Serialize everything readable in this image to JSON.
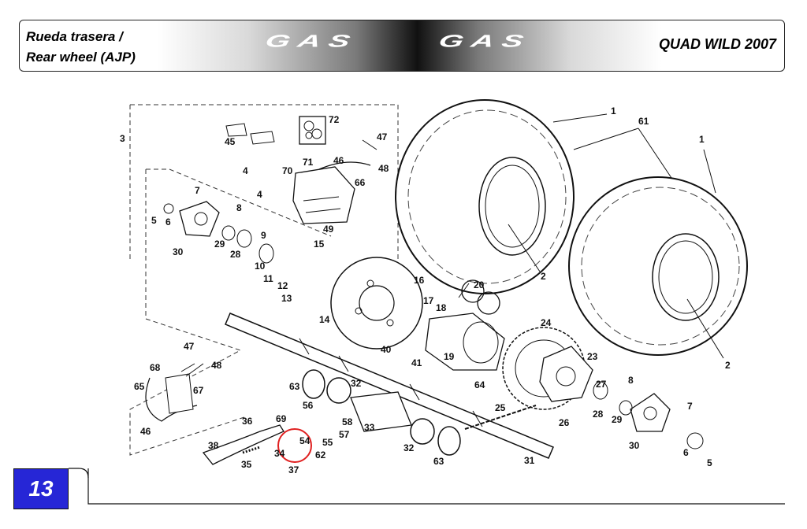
{
  "header": {
    "title_es": "Rueda trasera /",
    "title_en": "Rear wheel (AJP)",
    "brand_left": "GAS",
    "brand_right": "GAS",
    "model": "QUAD WILD  2007"
  },
  "page_number": "13",
  "highlight_color": "#e02020",
  "badge_color": "#2626d6",
  "callouts": [
    {
      "id": "c1a",
      "text": "1"
    },
    {
      "id": "c61",
      "text": "61"
    },
    {
      "id": "c1b",
      "text": "1"
    },
    {
      "id": "c3",
      "text": "3"
    },
    {
      "id": "c72",
      "text": "72"
    },
    {
      "id": "c45",
      "text": "45"
    },
    {
      "id": "c47a",
      "text": "47"
    },
    {
      "id": "c46a",
      "text": "46"
    },
    {
      "id": "c71",
      "text": "71"
    },
    {
      "id": "c48a",
      "text": "48"
    },
    {
      "id": "c70",
      "text": "70"
    },
    {
      "id": "c4a",
      "text": "4"
    },
    {
      "id": "c66",
      "text": "66"
    },
    {
      "id": "c4b",
      "text": "4"
    },
    {
      "id": "c7a",
      "text": "7"
    },
    {
      "id": "c8a",
      "text": "8"
    },
    {
      "id": "c5a",
      "text": "5"
    },
    {
      "id": "c6a",
      "text": "6"
    },
    {
      "id": "c49",
      "text": "49"
    },
    {
      "id": "c9",
      "text": "9"
    },
    {
      "id": "c29a",
      "text": "29"
    },
    {
      "id": "c28a",
      "text": "28"
    },
    {
      "id": "c30a",
      "text": "30"
    },
    {
      "id": "c15",
      "text": "15"
    },
    {
      "id": "c10",
      "text": "10"
    },
    {
      "id": "c11",
      "text": "11"
    },
    {
      "id": "c12",
      "text": "12"
    },
    {
      "id": "c13",
      "text": "13"
    },
    {
      "id": "c16",
      "text": "16"
    },
    {
      "id": "c20",
      "text": "20"
    },
    {
      "id": "c2a",
      "text": "2"
    },
    {
      "id": "c17",
      "text": "17"
    },
    {
      "id": "c18",
      "text": "18"
    },
    {
      "id": "c14",
      "text": "14"
    },
    {
      "id": "c24",
      "text": "24"
    },
    {
      "id": "c40",
      "text": "40"
    },
    {
      "id": "c41",
      "text": "41"
    },
    {
      "id": "c19",
      "text": "19"
    },
    {
      "id": "c23",
      "text": "23"
    },
    {
      "id": "c2b",
      "text": "2"
    },
    {
      "id": "c47b",
      "text": "47"
    },
    {
      "id": "c68",
      "text": "68"
    },
    {
      "id": "c48b",
      "text": "48"
    },
    {
      "id": "c63a",
      "text": "63"
    },
    {
      "id": "c32a",
      "text": "32"
    },
    {
      "id": "c64",
      "text": "64"
    },
    {
      "id": "c8b",
      "text": "8"
    },
    {
      "id": "c27",
      "text": "27"
    },
    {
      "id": "c65",
      "text": "65"
    },
    {
      "id": "c67",
      "text": "67"
    },
    {
      "id": "c28b",
      "text": "28"
    },
    {
      "id": "c7b",
      "text": "7"
    },
    {
      "id": "c29b",
      "text": "29"
    },
    {
      "id": "c25",
      "text": "25"
    },
    {
      "id": "c56",
      "text": "56"
    },
    {
      "id": "c36",
      "text": "36"
    },
    {
      "id": "c69",
      "text": "69"
    },
    {
      "id": "c58",
      "text": "58"
    },
    {
      "id": "c26",
      "text": "26"
    },
    {
      "id": "c46b",
      "text": "46"
    },
    {
      "id": "c33",
      "text": "33"
    },
    {
      "id": "c54",
      "text": "54"
    },
    {
      "id": "c57",
      "text": "57"
    },
    {
      "id": "c55",
      "text": "55"
    },
    {
      "id": "c30b",
      "text": "30"
    },
    {
      "id": "c38",
      "text": "38"
    },
    {
      "id": "c34",
      "text": "34"
    },
    {
      "id": "c62",
      "text": "62"
    },
    {
      "id": "c32b",
      "text": "32"
    },
    {
      "id": "c6b",
      "text": "6"
    },
    {
      "id": "c31",
      "text": "31"
    },
    {
      "id": "c35",
      "text": "35"
    },
    {
      "id": "c63b",
      "text": "63"
    },
    {
      "id": "c5b",
      "text": "5"
    },
    {
      "id": "c37",
      "text": "37"
    }
  ]
}
